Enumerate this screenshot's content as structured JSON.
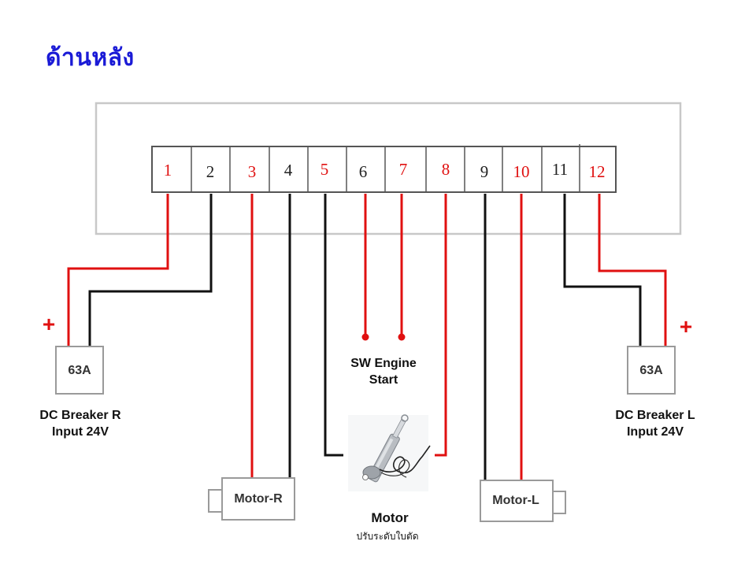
{
  "title": "ด้านหลัง",
  "terminals": [
    {
      "label": "1",
      "color": "#e01010"
    },
    {
      "label": "2",
      "color": "#222222"
    },
    {
      "label": "3",
      "color": "#e01010"
    },
    {
      "label": "4",
      "color": "#222222"
    },
    {
      "label": "5",
      "color": "#e01010"
    },
    {
      "label": "6",
      "color": "#222222"
    },
    {
      "label": "7",
      "color": "#e01010"
    },
    {
      "label": "8",
      "color": "#e01010"
    },
    {
      "label": "9",
      "color": "#222222"
    },
    {
      "label": "10",
      "color": "#e01010"
    },
    {
      "label": "11",
      "color": "#222222"
    },
    {
      "label": "12",
      "color": "#e01010"
    }
  ],
  "colors": {
    "positive_wire": "#e01010",
    "negative_wire": "#111111",
    "box_stroke": "#9a9a9a",
    "title": "#1a1ad6"
  },
  "breaker_right": {
    "rating": "63A",
    "name": "DC Breaker R",
    "input": "Input 24V",
    "polarity": "+"
  },
  "breaker_left": {
    "rating": "63A",
    "name": "DC Breaker L",
    "input": "Input 24V",
    "polarity": "+"
  },
  "switch": {
    "line1": "SW Engine",
    "line2": "Start"
  },
  "motor_right": {
    "label": "Motor-R"
  },
  "motor_left": {
    "label": "Motor-L"
  },
  "actuator": {
    "label": "Motor",
    "sublabel": "ปรับระดับใบตัด",
    "icon": "linear-actuator-icon"
  }
}
